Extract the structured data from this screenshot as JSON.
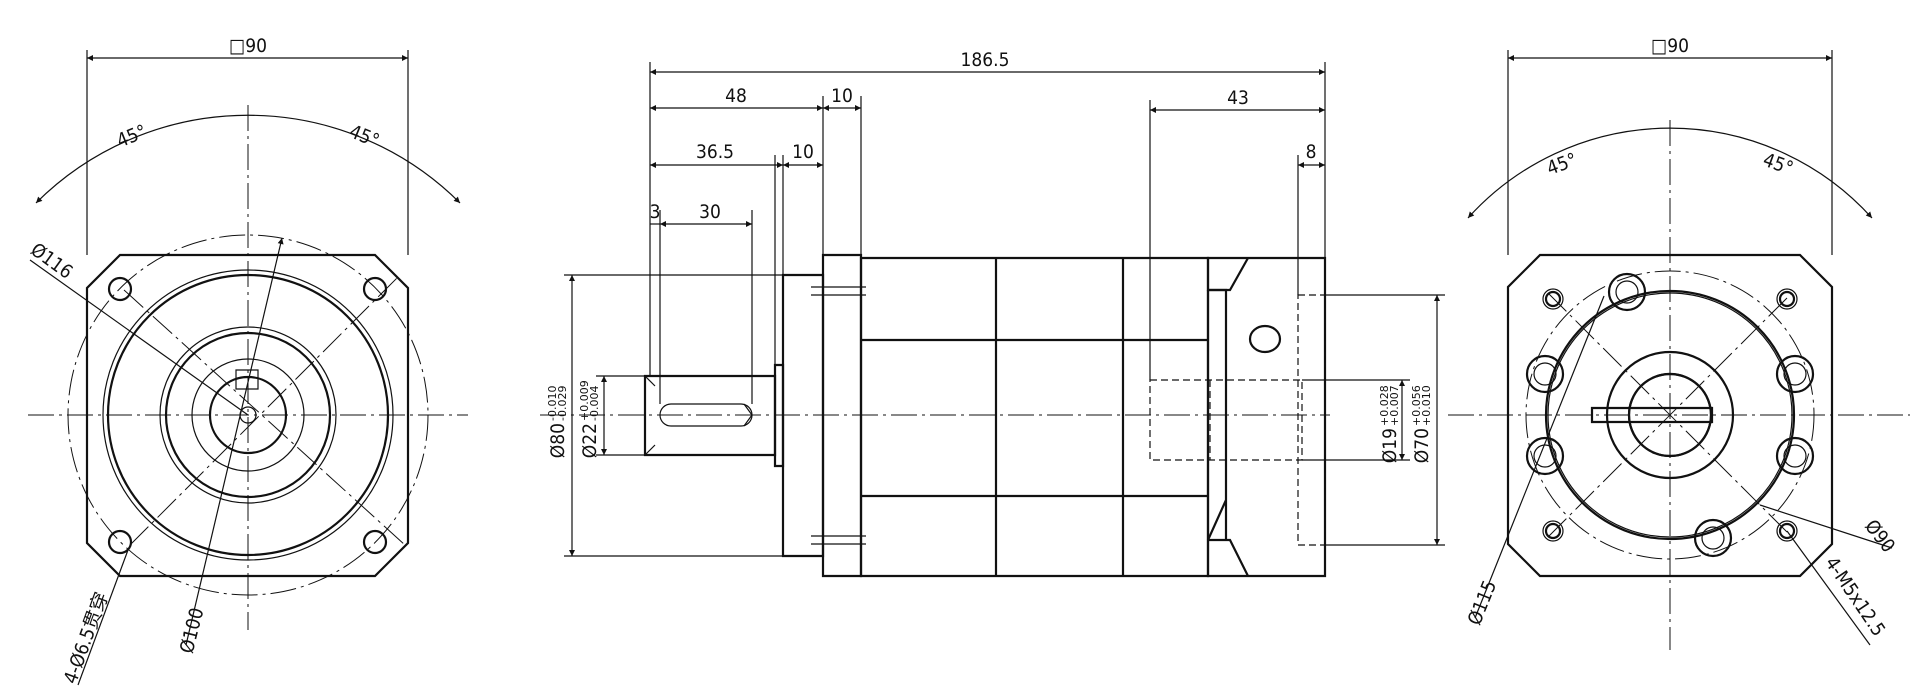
{
  "left_view": {
    "square_size": "□90",
    "angle_left": "45°",
    "angle_right": "45°",
    "pcd_dia": "Ø116",
    "pilot_dia": "Ø100",
    "holes": "4-Ø6.5贯穿"
  },
  "side_view": {
    "overall_length": "186.5",
    "d48_left": "48",
    "d10_top": "10",
    "d36_5": "36.5",
    "d10_mid": "10",
    "d3": "3",
    "d30": "30",
    "d43": "43",
    "d8": "8",
    "pilot": {
      "dia": "Ø80",
      "tol_upper": "-0.010",
      "tol_lower": "-0.029"
    },
    "shaft": {
      "dia": "Ø22",
      "tol_upper": "+0.009",
      "tol_lower": "-0.004"
    },
    "bore": {
      "dia": "Ø19",
      "tol_upper": "+0.028",
      "tol_lower": "+0.007"
    },
    "input_pilot": {
      "dia": "Ø70",
      "tol_upper": "+0.056",
      "tol_lower": "+0.010"
    }
  },
  "right_view": {
    "square_size": "□90",
    "angle_left": "45°",
    "angle_right": "45°",
    "pcd_large": "Ø115",
    "pcd_small": "Ø90",
    "threads": "4-M5x12.5"
  }
}
